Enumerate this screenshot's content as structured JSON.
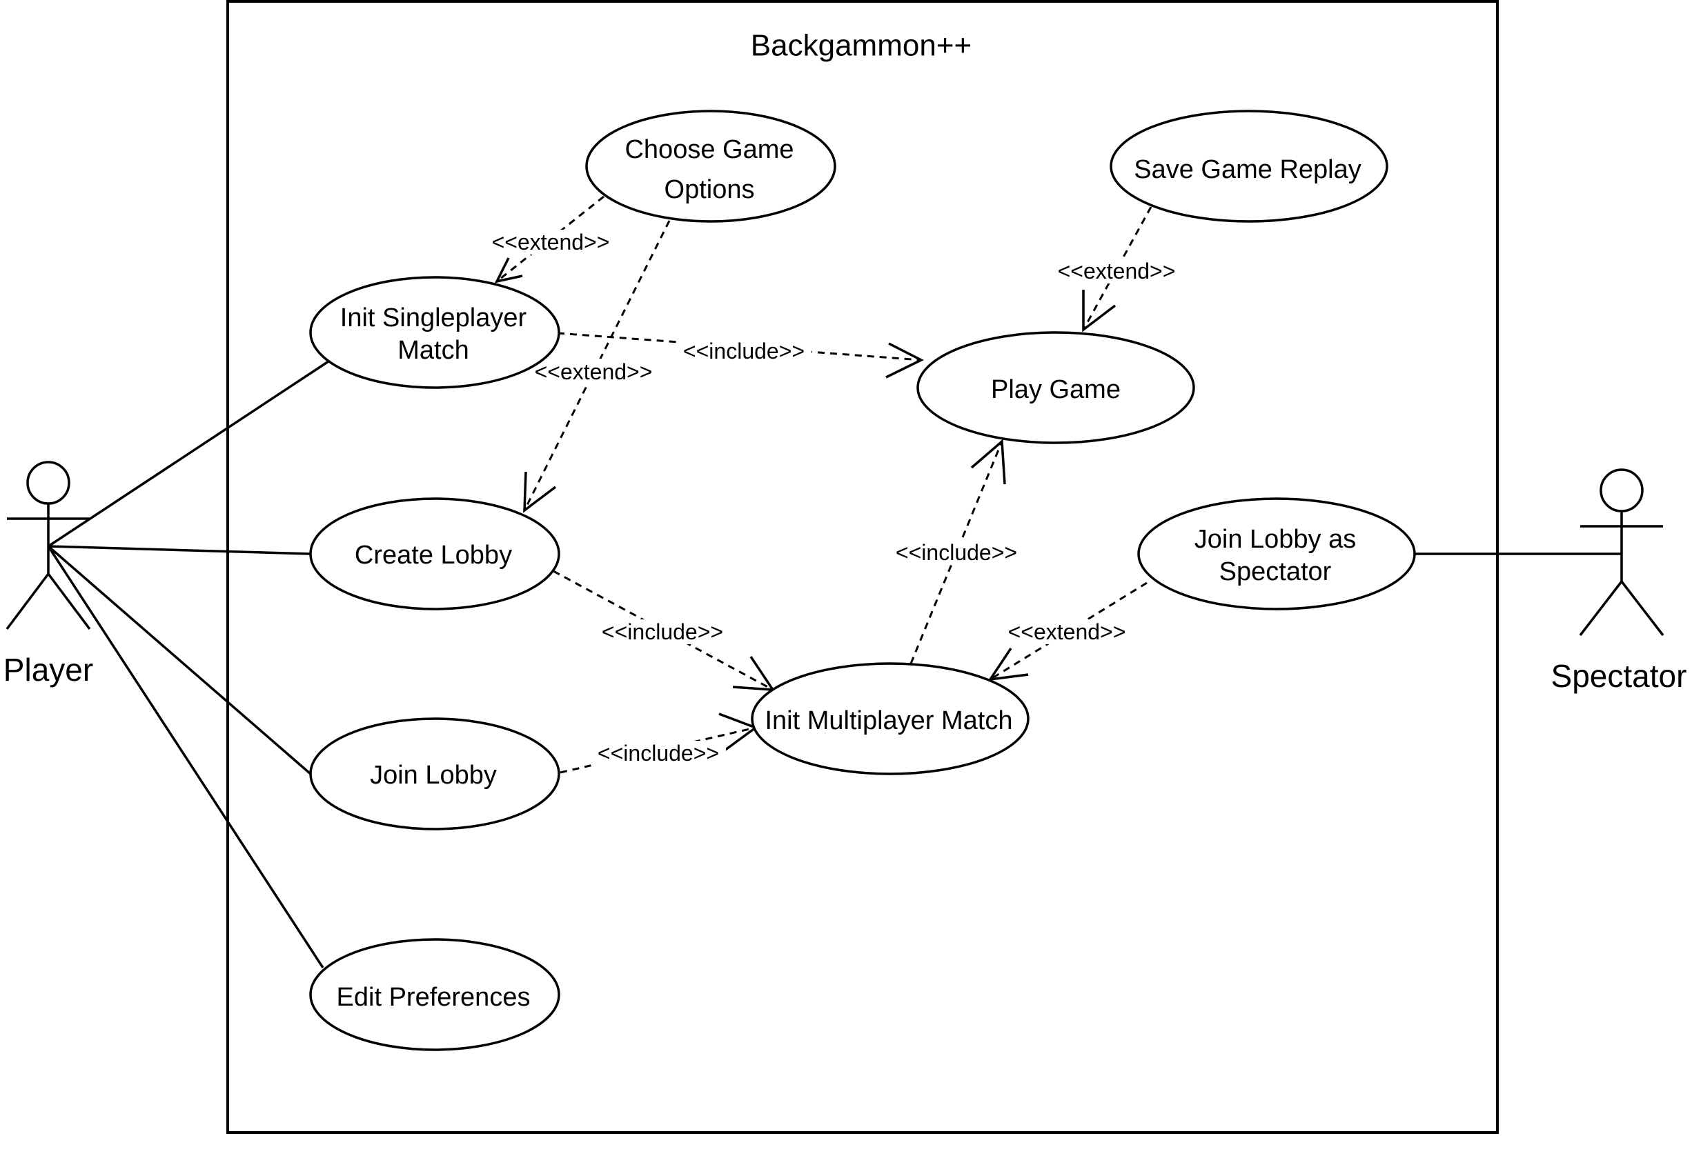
{
  "system": {
    "title": "Backgammon++"
  },
  "actors": {
    "player": {
      "label": "Player"
    },
    "spectator": {
      "label": "Spectator"
    }
  },
  "use_cases": {
    "choose_game_options": {
      "line1": "Choose Game",
      "line2": "Options"
    },
    "save_game_replay": {
      "line1": "Save Game Replay"
    },
    "init_singleplayer": {
      "line1": "Init Singleplayer",
      "line2": "Match"
    },
    "play_game": {
      "line1": "Play Game"
    },
    "create_lobby": {
      "line1": "Create Lobby"
    },
    "join_lobby_spectator": {
      "line1": "Join Lobby as",
      "line2": "Spectator"
    },
    "init_multiplayer": {
      "line1": "Init Multiplayer Match"
    },
    "join_lobby": {
      "line1": "Join Lobby"
    },
    "edit_preferences": {
      "line1": "Edit Preferences"
    }
  },
  "relationships": {
    "options_extends_singleplayer": "<<extend>>",
    "options_extends_create_lobby": "<<extend>>",
    "singleplayer_includes_play": "<<include>>",
    "replay_extends_play": "<<extend>>",
    "multiplayer_includes_play": "<<include>>",
    "create_lobby_includes_multiplayer": "<<include>>",
    "join_lobby_includes_multiplayer": "<<include>>",
    "spectator_extends_multiplayer": "<<extend>>"
  }
}
